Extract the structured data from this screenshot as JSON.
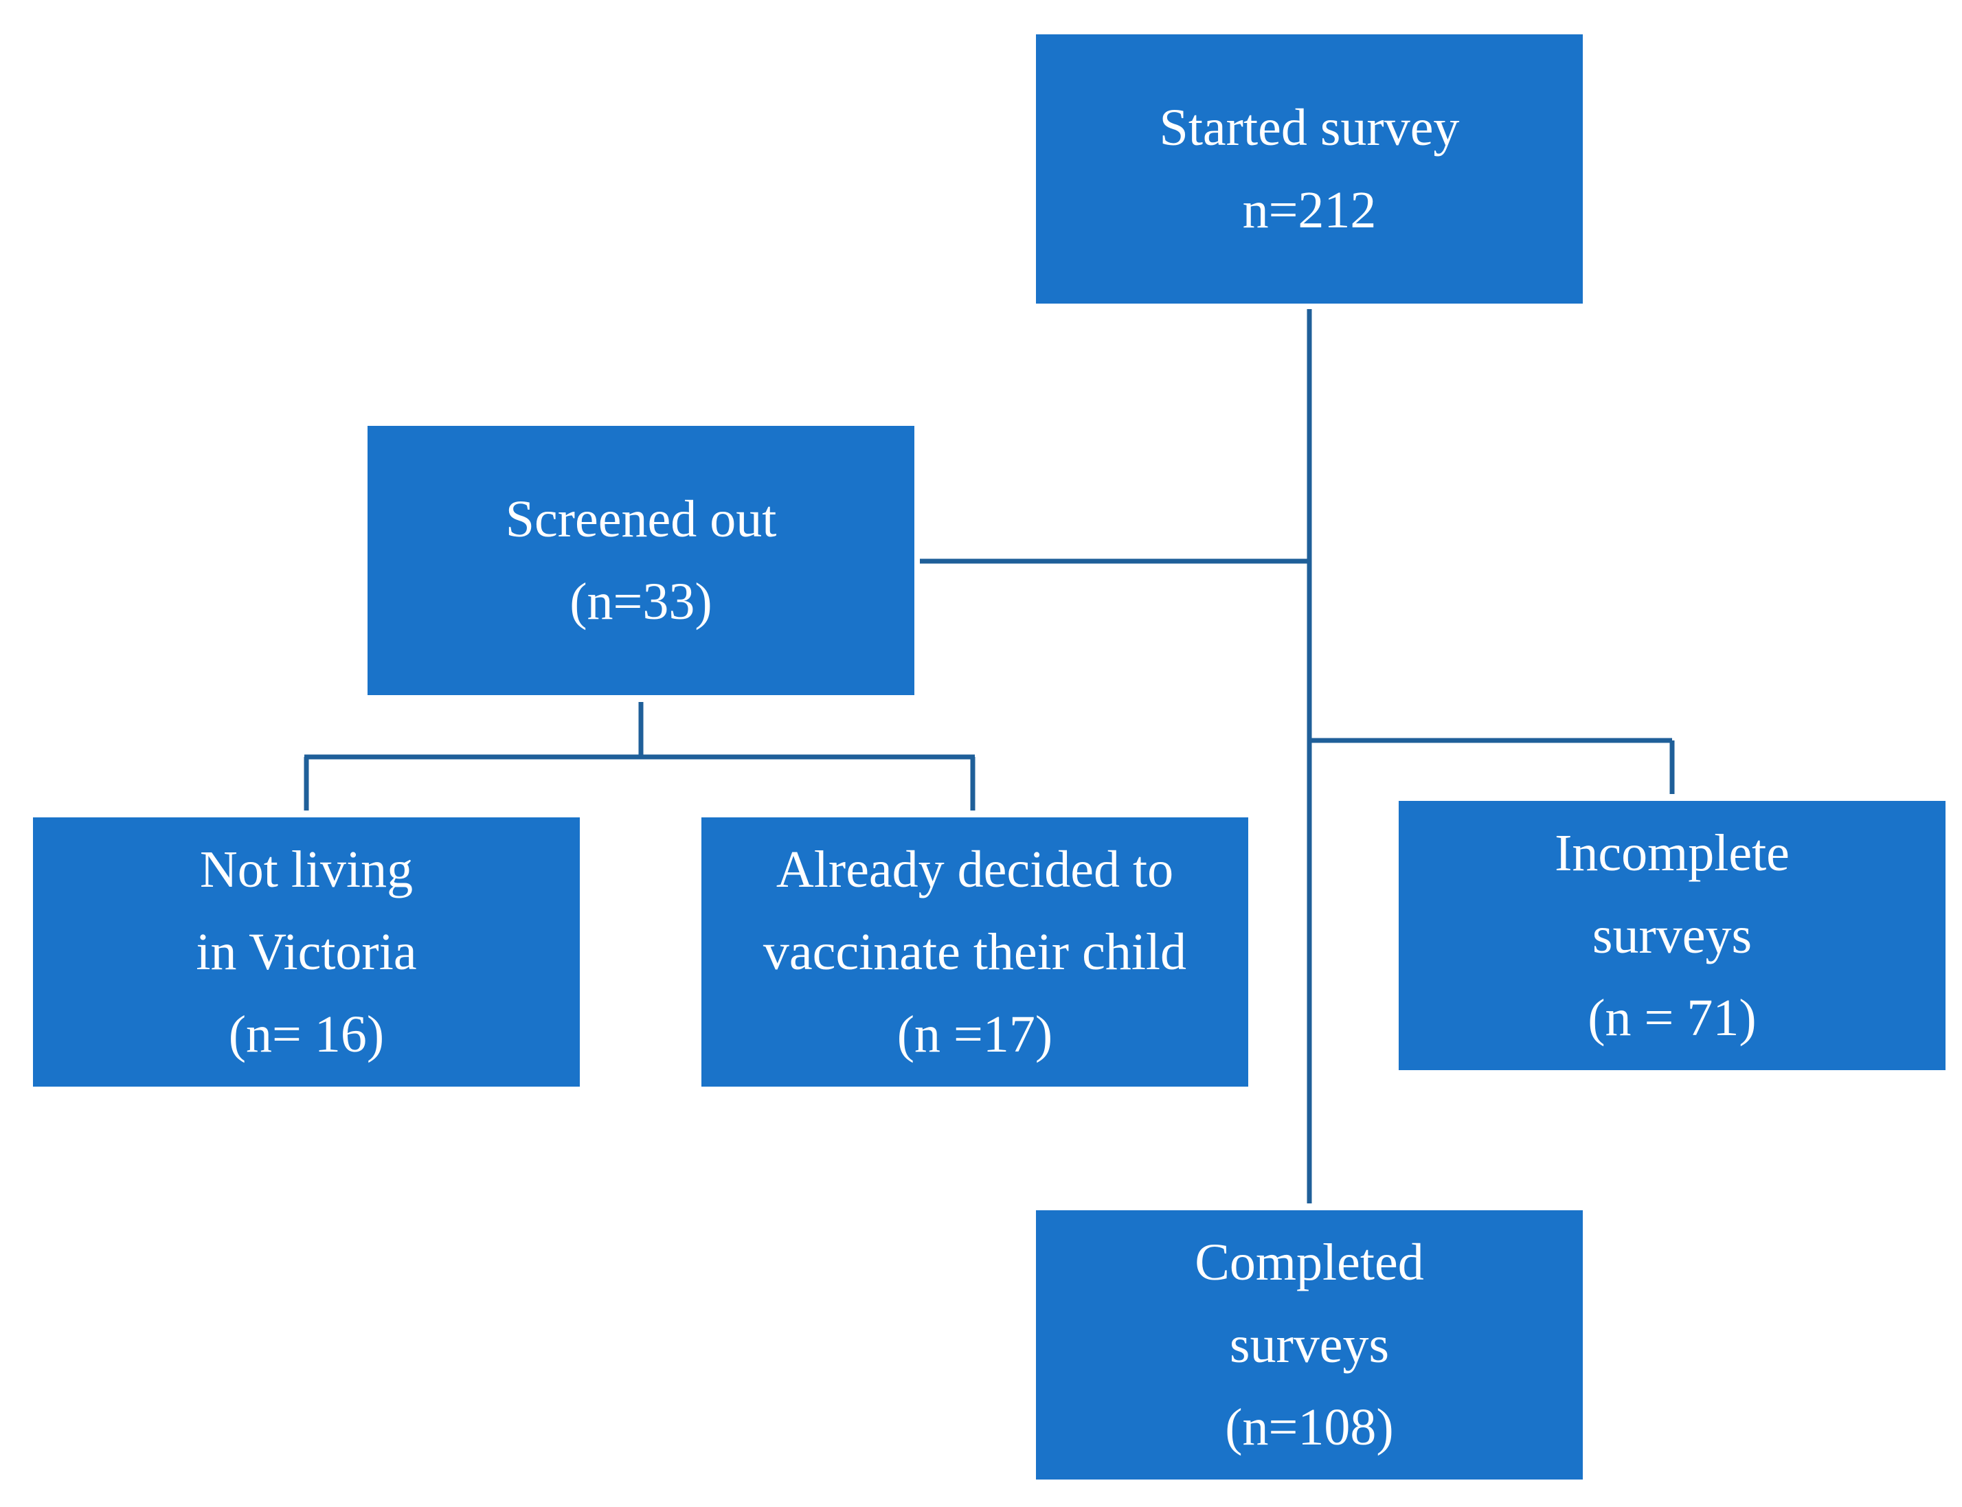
{
  "diagram": {
    "colors": {
      "box_fill": "#1a73c9",
      "box_text": "#ffffff",
      "connector": "#1f5f99",
      "background": "#ffffff"
    },
    "boxes": {
      "started": {
        "line1": "Started survey",
        "line2": "n=212"
      },
      "screened": {
        "line1": "Screened out",
        "line2": "(n=33)"
      },
      "not_living": {
        "line1": "Not living",
        "line2": "in Victoria",
        "line3": "(n= 16)"
      },
      "already_decided": {
        "line1": "Already decided to",
        "line2": "vaccinate their child",
        "line3": "(n =17)"
      },
      "incomplete": {
        "line1": "Incomplete",
        "line2": "surveys",
        "line3": "(n = 71)"
      },
      "completed": {
        "line1": "Completed",
        "line2": "surveys",
        "line3": "(n=108)"
      }
    }
  }
}
